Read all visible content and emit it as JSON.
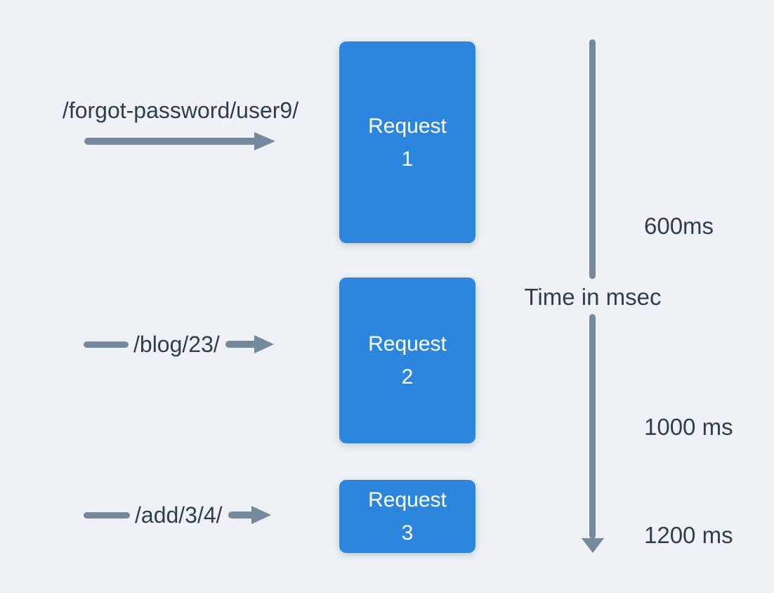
{
  "requests": [
    {
      "url": "/forgot-password/user9/",
      "box_label": "Request",
      "box_number": "1"
    },
    {
      "url": "/blog/23/",
      "box_label": "Request",
      "box_number": "2"
    },
    {
      "url": "/add/3/4/",
      "box_label": "Request",
      "box_number": "3"
    }
  ],
  "timeline": {
    "axis_label": "Time in msec",
    "markers": [
      "600ms",
      "1000 ms",
      "1200 ms"
    ]
  },
  "colors": {
    "background": "#eef2f6",
    "request_box": "#2d86de",
    "box_text": "#ffffff",
    "label_text": "#2f3e4d",
    "arrow": "#76889b"
  }
}
